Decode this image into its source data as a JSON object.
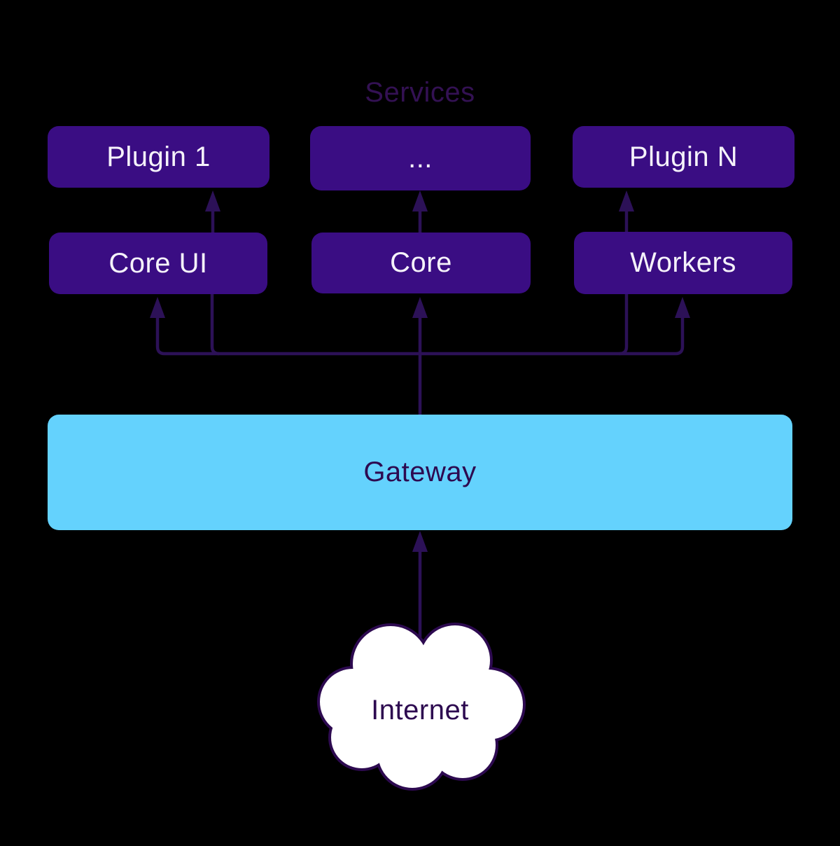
{
  "title": "Services",
  "colors": {
    "background": "#000000",
    "node_fill": "#3A0D83",
    "node_text": "#F5F2FA",
    "edge_line": "#2C1157",
    "gateway_fill": "#64D2FD",
    "dark_text": "#2D0A50",
    "title_text": "#331153",
    "cloud_fill": "#FFFFFF"
  },
  "nodes": {
    "plugin1": {
      "label": "Plugin 1"
    },
    "dots": {
      "label": "..."
    },
    "pluginN": {
      "label": "Plugin N"
    },
    "core_ui": {
      "label": "Core UI"
    },
    "core": {
      "label": "Core"
    },
    "workers": {
      "label": "Workers"
    },
    "gateway": {
      "label": "Gateway"
    },
    "internet": {
      "label": "Internet"
    }
  },
  "diagram": {
    "type": "flowchart",
    "direction": "bottom-to-top",
    "edges": [
      {
        "from": "Internet",
        "to": "Gateway"
      },
      {
        "from": "Gateway",
        "to": "Core UI"
      },
      {
        "from": "Gateway",
        "to": "Core"
      },
      {
        "from": "Gateway",
        "to": "Workers"
      },
      {
        "from": "Core UI",
        "to": "Plugin 1"
      },
      {
        "from": "Core",
        "to": "..."
      },
      {
        "from": "Workers",
        "to": "Plugin N"
      }
    ]
  }
}
